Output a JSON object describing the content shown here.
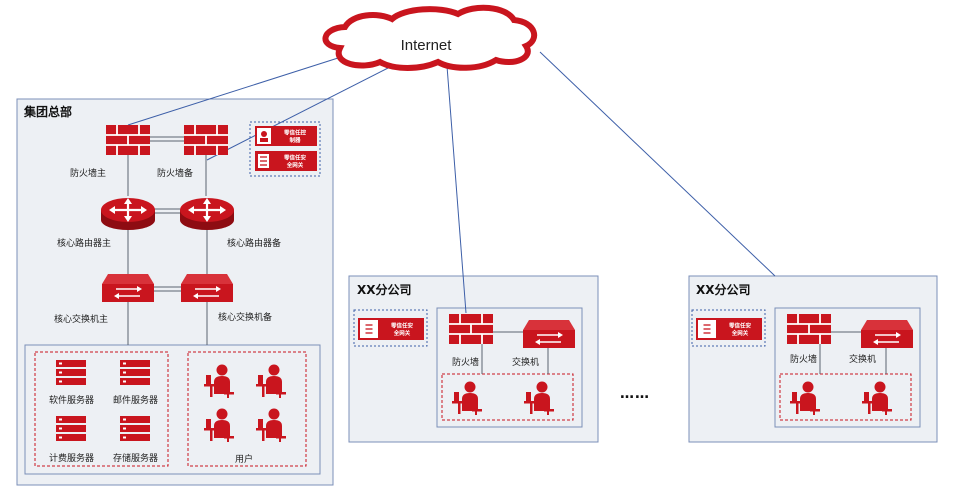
{
  "internet": {
    "label": "Internet"
  },
  "headquarters": {
    "title": "集团总部",
    "firewall_main": "防火墙主",
    "firewall_backup": "防火墙备",
    "router_main": "核心路由器主",
    "router_backup": "核心路由器备",
    "switch_main": "核心交换机主",
    "switch_backup": "核心交换机备",
    "zt_control_line1": "零信任控",
    "zt_control_line2": "制器",
    "zt_gateway_line1": "零信任安",
    "zt_gateway_line2": "全网关",
    "servers": [
      "软件服务器",
      "邮件服务器",
      "计费服务器",
      "存储服务器"
    ],
    "users_label": "用户"
  },
  "branches": [
    {
      "title": "XX分公司",
      "firewall": "防火墙",
      "switch": "交换机",
      "zt_gateway_line1": "零信任安",
      "zt_gateway_line2": "全网关"
    },
    {
      "title": "XX分公司",
      "firewall": "防火墙",
      "switch": "交换机",
      "zt_gateway_line1": "零信任安",
      "zt_gateway_line2": "全网关"
    }
  ],
  "ellipsis": "……",
  "colors": {
    "red": "#c9151e",
    "line_blue": "#3d5fa8",
    "panel_fill": "#edf0f4",
    "panel_border": "#7b8fb8"
  }
}
